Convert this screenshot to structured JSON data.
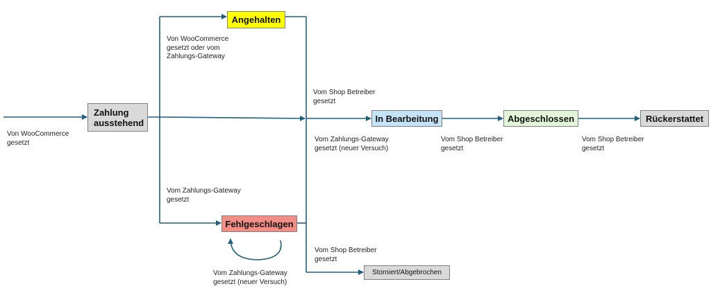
{
  "colors": {
    "line": "#1f5f7f",
    "box_border": "#7f7f7f",
    "pending": "#d9d9d9",
    "on_hold": "#ffff00",
    "failed": "#f28e86",
    "processing": "#c5e3f6",
    "completed": "#e2f5d8",
    "refunded": "#d9d9d9",
    "cancelled": "#d9d9d9"
  },
  "statuses": {
    "pending": "Zahlung\nausstehend",
    "on_hold": "Angehalten",
    "failed": "Fehlgeschlagen",
    "processing": "In Bearbeitung",
    "completed": "Abgeschlossen",
    "refunded": "Rückerstattet",
    "cancelled": "Storniert/Abgebrochen"
  },
  "labels": {
    "entry": "Von WooCommerce\ngesetzt",
    "to_on_hold": "Von WooCommerce\ngesetzt oder vom\nZahlungs-Gateway",
    "to_processing_shop": "Vom Shop Betreiber\ngesetzt",
    "to_processing_gateway": "Vom Zahlungs-Gateway\ngesetzt (neuer Versuch)",
    "to_completed": "Vom Shop Betreiber\ngesetzt",
    "to_refunded": "Vom Shop Betreiber\ngesetzt",
    "to_failed": "Vom Zahlungs-Gateway\ngesetzt",
    "failed_retry": "Vom Zahlungs-Gateway\ngesetzt (neuer Versuch)",
    "to_cancelled": "Vom Shop Betreiber\ngesetzt"
  }
}
